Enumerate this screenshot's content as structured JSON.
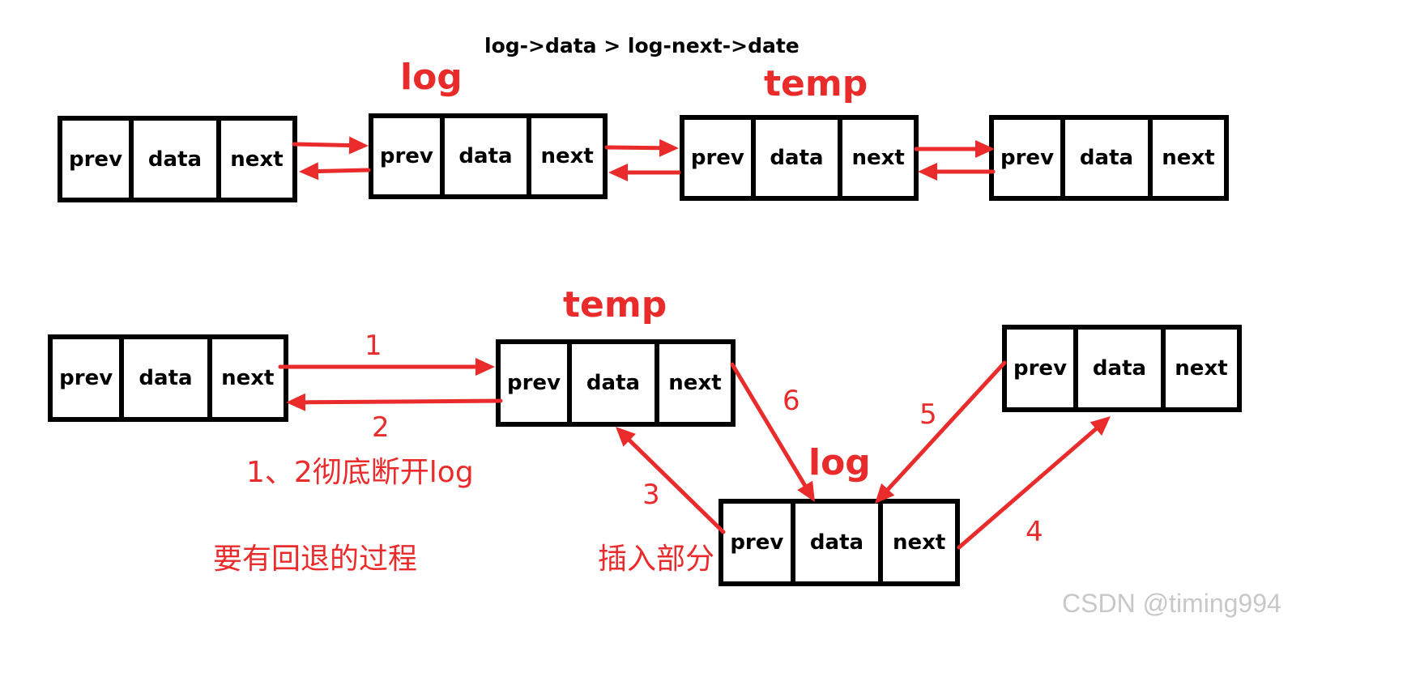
{
  "title": "log->data  > log-next->date",
  "cell_labels": {
    "prev": "prev",
    "data": "data",
    "next": "next"
  },
  "top_row": {
    "labels": {
      "log": "log",
      "temp": "temp"
    }
  },
  "bottom_row": {
    "labels": {
      "temp": "temp",
      "log": "log"
    },
    "steps": [
      "1",
      "2",
      "3",
      "4",
      "5",
      "6"
    ],
    "notes": {
      "break_note": "1、2彻底断开log",
      "rollback_note": "要有回退的过程",
      "insert_note": "插入部分"
    }
  },
  "watermark": "CSDN @timing994",
  "colors": {
    "arrow": "#ea2b2b",
    "label": "#ea2b2b",
    "box_border": "#000000"
  }
}
